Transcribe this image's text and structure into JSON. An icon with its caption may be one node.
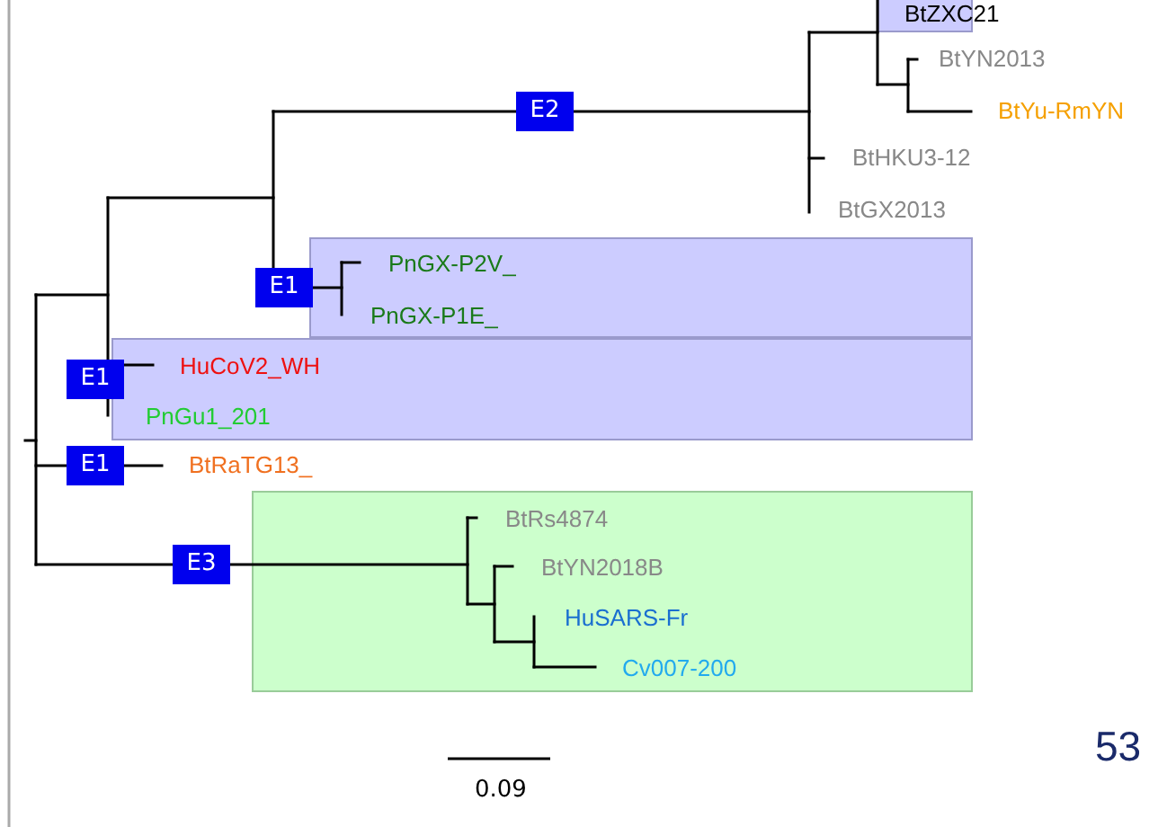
{
  "diagram": {
    "nodes": [
      {
        "text": [],
        "shape": "box"
      },
      {
        "text": [
          "BtZXC21"
        ]
      },
      {
        "text": [
          "BtYN2013"
        ]
      },
      {
        "text": [
          "BtYu-RmYN"
        ]
      },
      {
        "text": [
          "BtHKU3-12"
        ]
      },
      {
        "text": [
          "BtGX2013"
        ]
      },
      {
        "text": [],
        "shape": "box"
      },
      {
        "text": [
          "PnGX-P2V_"
        ],
        "in": 6
      },
      {
        "text": [
          "PnGX-P1E_"
        ],
        "in": 6
      },
      {
        "text": [],
        "shape": "box"
      },
      {
        "text": [
          "HuCoV2_WH"
        ],
        "in": 9
      },
      {
        "text": [
          "PnGu1_201"
        ],
        "in": 9
      },
      {
        "text": [
          "BtRaTG13_"
        ]
      },
      {
        "text": [],
        "shape": "box"
      },
      {
        "text": [
          "BtRs4874"
        ],
        "in": 13
      },
      {
        "text": [
          "BtYN2018B"
        ],
        "in": 13
      },
      {
        "text": [
          "HuSARS-Fr"
        ],
        "in": 13
      },
      {
        "text": [
          "Cv007-200"
        ],
        "in": 13
      }
    ],
    "labels": [
      "E2",
      "E1",
      "E1",
      "E1",
      "E3",
      "53",
      "0.09"
    ]
  }
}
